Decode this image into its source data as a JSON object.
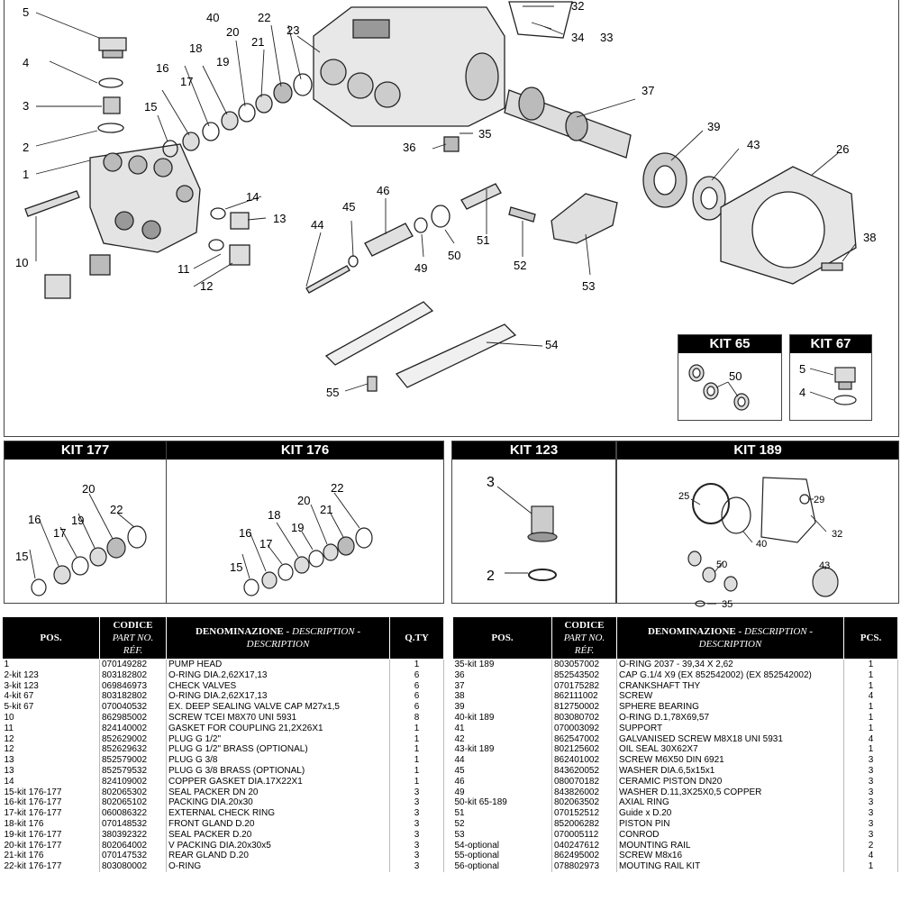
{
  "diagram": {
    "callouts": [
      "1",
      "2",
      "3",
      "4",
      "5",
      "10",
      "11",
      "12",
      "13",
      "14",
      "15",
      "16",
      "17",
      "18",
      "19",
      "20",
      "21",
      "22",
      "23",
      "26",
      "32",
      "33",
      "34",
      "35",
      "36",
      "37",
      "38",
      "39",
      "40",
      "43",
      "44",
      "45",
      "46",
      "49",
      "50",
      "51",
      "52",
      "53",
      "54",
      "55"
    ]
  },
  "kits": {
    "kit65": {
      "title": "KIT 65",
      "labels": [
        "50"
      ]
    },
    "kit67": {
      "title": "KIT 67",
      "labels": [
        "5",
        "4"
      ]
    },
    "kit177": {
      "title": "KIT 177",
      "labels": [
        "20",
        "16",
        "19",
        "22",
        "17",
        "15"
      ]
    },
    "kit176": {
      "title": "KIT 176",
      "labels": [
        "22",
        "20",
        "18",
        "21",
        "16",
        "19",
        "17",
        "15"
      ]
    },
    "kit123": {
      "title": "KIT 123",
      "labels": [
        "3",
        "2"
      ]
    },
    "kit189": {
      "title": "KIT 189",
      "labels": [
        "25",
        "29",
        "40",
        "32",
        "50",
        "43",
        "35"
      ]
    }
  },
  "table_headers": {
    "pos": "POS.",
    "code_main": "CODICE",
    "code_sub1": "PART NO.",
    "code_sub2": "RÉF.",
    "desc_main": "DENOMINAZIONE",
    "desc_sub1": "DESCRIPTION",
    "desc_sub2": "DESCRIPTION",
    "qty_left": "Q.TY",
    "qty_right": "PCS."
  },
  "left_rows": [
    [
      "1",
      "070149282",
      "PUMP HEAD",
      "1"
    ],
    [
      "2-kit 123",
      "803182802",
      "O-RING DIA.2,62X17,13",
      "6"
    ],
    [
      "3-kit 123",
      "069846973",
      "CHECK VALVES",
      "6"
    ],
    [
      "4-kit 67",
      "803182802",
      "O-RING DIA.2,62X17,13",
      "6"
    ],
    [
      "5-kit 67",
      "070040532",
      "EX. DEEP SEALING VALVE CAP M27x1,5",
      "6"
    ],
    [
      "10",
      "862985002",
      "SCREW TCEI M8X70 UNI 5931",
      "8"
    ],
    [
      "11",
      "824140002",
      "GASKET FOR COUPLING 21,2X26X1",
      "1"
    ],
    [
      "12",
      "852629002",
      "PLUG G 1/2\"",
      "1"
    ],
    [
      "12",
      "852629632",
      "PLUG G 1/2\" BRASS (OPTIONAL)",
      "1"
    ],
    [
      "13",
      "852579002",
      "PLUG G 3/8",
      "1"
    ],
    [
      "13",
      "852579532",
      "PLUG G 3/8 BRASS (OPTIONAL)",
      "1"
    ],
    [
      "14",
      "824109002",
      "COPPER GASKET DIA.17X22X1",
      "1"
    ],
    [
      "15-kit 176-177",
      "802065302",
      "SEAL PACKER DN 20",
      "3"
    ],
    [
      "16-kit 176-177",
      "802065102",
      "PACKING DIA.20x30",
      "3"
    ],
    [
      "17-kit 176-177",
      "060086322",
      "EXTERNAL CHECK RING",
      "3"
    ],
    [
      "18-kit 176",
      "070148532",
      "FRONT GLAND D.20",
      "3"
    ],
    [
      "19-kit 176-177",
      "380392322",
      "SEAL PACKER D.20",
      "3"
    ],
    [
      "20-kit 176-177",
      "802064002",
      "V PACKING DIA.20x30x5",
      "3"
    ],
    [
      "21-kit 176",
      "070147532",
      "REAR GLAND D.20",
      "3"
    ],
    [
      "22-kit 176-177",
      "803080002",
      "O-RING",
      "3"
    ]
  ],
  "right_rows": [
    [
      "35-kit 189",
      "803057002",
      "O-RING 2037 - 39,34 X 2,62",
      "1"
    ],
    [
      "36",
      "852543502",
      "CAP G.1/4 X9 (EX 852542002)   (EX 852542002)",
      "1"
    ],
    [
      "37",
      "070175282",
      "CRANKSHAFT  THY",
      "1"
    ],
    [
      "38",
      "862111002",
      "SCREW",
      "4"
    ],
    [
      "39",
      "812750002",
      "SPHERE  BEARING",
      "1"
    ],
    [
      "40-kit 189",
      "803080702",
      "O-RING D.1,78X69,57",
      "1"
    ],
    [
      "41",
      "070003092",
      "SUPPORT",
      "1"
    ],
    [
      "42",
      "862547002",
      "GALVANISED SCREW M8X18 UNI 5931",
      "4"
    ],
    [
      "43-kit 189",
      "802125602",
      "OIL SEAL 30X62X7",
      "1"
    ],
    [
      "44",
      "862401002",
      "SCREW M6X50 DIN 6921",
      "3"
    ],
    [
      "45",
      "843620052",
      "WASHER DIA.6,5x15x1",
      "3"
    ],
    [
      "46",
      "080070182",
      "CERAMIC PISTON DN20",
      "3"
    ],
    [
      "49",
      "843826002",
      "WASHER D.11,3X25X0,5 COPPER",
      "3"
    ],
    [
      "50-kit 65-189",
      "802063502",
      "AXIAL RING",
      "3"
    ],
    [
      "51",
      "070152512",
      "Guide  x D.20",
      "3"
    ],
    [
      "52",
      "852006282",
      "PISTON PIN",
      "3"
    ],
    [
      "53",
      "070005112",
      "CONROD",
      "3"
    ],
    [
      "54-optional",
      "040247612",
      "MOUNTING RAIL",
      "2"
    ],
    [
      "55-optional",
      "862495002",
      "SCREW M8x16",
      "4"
    ],
    [
      "56-optional",
      "078802973",
      "MOUTING RAIL KIT",
      "1"
    ]
  ]
}
